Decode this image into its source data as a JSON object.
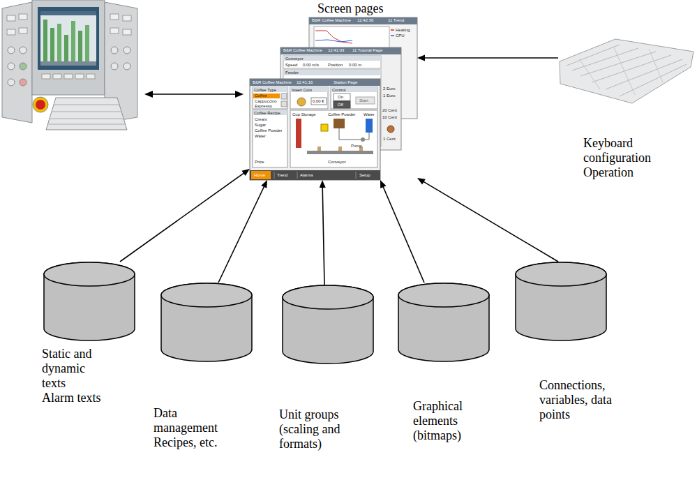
{
  "diagram": {
    "nodes": [
      {
        "text": [
          "Screen pages"
        ]
      },
      {
        "text": [
          "Keyboard configuration",
          "Operation"
        ]
      },
      {
        "text": [
          "Static and dynamic texts",
          "Alarm texts"
        ]
      },
      {
        "text": [
          "Data management",
          "Recipes, etc."
        ]
      },
      {
        "text": [
          "Unit groups (scaling and formats)"
        ]
      },
      {
        "text": [
          "Graphical elements (bitmaps)"
        ]
      },
      {
        "text": [
          "Connections, variables, data points"
        ]
      }
    ],
    "edges": [
      {
        "from": 1,
        "to": 0,
        "arrow": "to"
      },
      {
        "from": 2,
        "to": 0,
        "arrow": "to"
      },
      {
        "from": 3,
        "to": 0,
        "arrow": "to"
      },
      {
        "from": 4,
        "to": 0,
        "arrow": "to"
      },
      {
        "from": 5,
        "to": 0,
        "arrow": "to"
      },
      {
        "from": 6,
        "to": 0,
        "arrow": "to"
      }
    ],
    "labels": [
      "B&R Coffee Machine",
      "12:42:36",
      "11 Trend",
      "Heating",
      "CPU",
      "B&R Coffee Machine",
      "12:41:03",
      "11 Tutorial Page",
      "Conveyor",
      "Speed",
      "0.00 m/s",
      "Position",
      "0.00 m",
      "Feeder",
      "2 Euro",
      "1 Euro",
      "20 Cent",
      "10 Cent",
      "1 Cent",
      "B&R Coffee Machine",
      "12:41:16",
      "Station Page",
      "Coffee Type",
      "Coffee",
      "Cappuccino",
      "Espresso",
      "Insert Coin",
      "0.00 €",
      "Control",
      "On",
      "Off",
      "Start",
      "Coffee Recipe",
      "Cream",
      "Sugar",
      "Coffee Powder",
      "Water",
      "Price",
      "Cup Storage",
      "Coffee Powder",
      "Water",
      "Pump",
      "Conveyor",
      "Home",
      "Trend",
      "Alarms",
      "Setup"
    ]
  }
}
